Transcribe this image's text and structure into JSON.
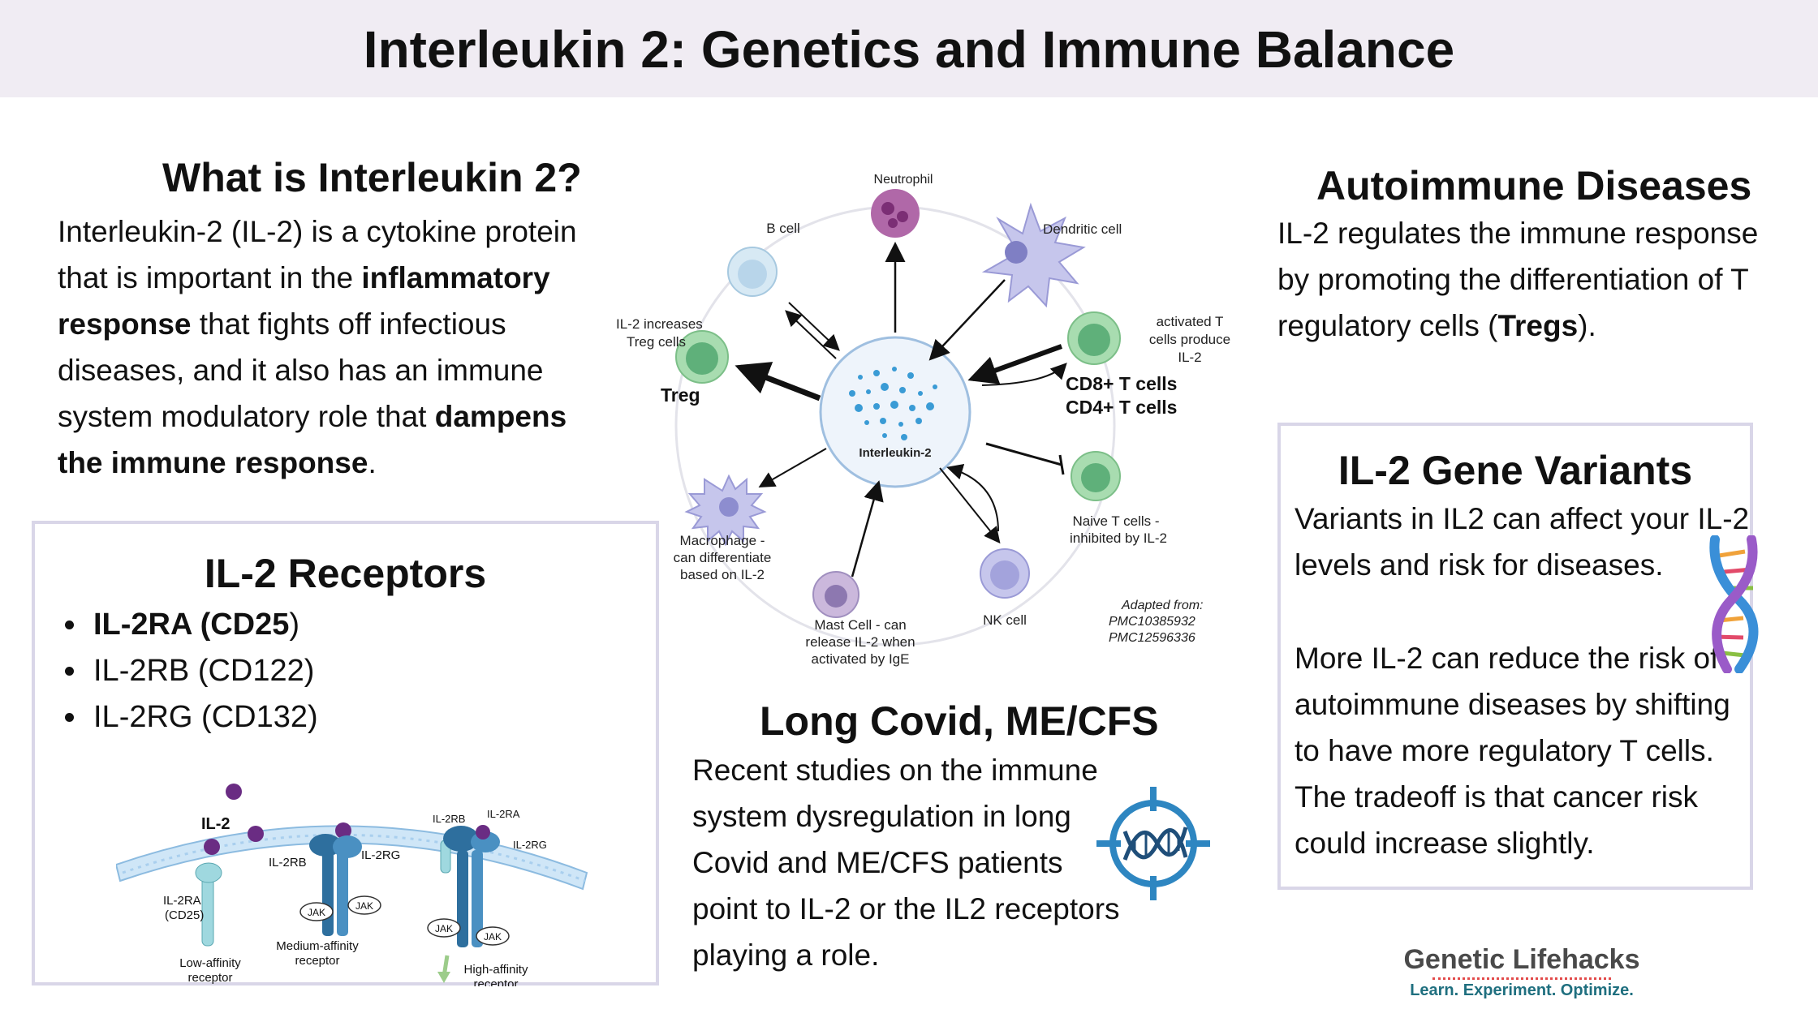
{
  "title": "Interleukin 2: Genetics and Immune Balance",
  "what_is": {
    "heading": "What is Interleukin 2?",
    "t1": "Interleukin-2 (IL-2) is a cytokine protein that is important in the ",
    "b1": "inflammatory response",
    "t2": " that fights off infectious diseases, and it also has an immune system modulatory role that ",
    "b2": "dampens the immune response",
    "t3": "."
  },
  "receptors": {
    "heading": "IL-2 Receptors",
    "item1_bold": "IL-2RA (CD25",
    "item1_end": ")",
    "item2": "IL-2RB (CD122)",
    "item3": "IL-2RG (CD132)",
    "diagram": {
      "il2": "IL-2",
      "il2rb_1": "IL-2RB",
      "il2rg_1": "IL-2RG",
      "il2rb_2": "IL-2RB",
      "il2ra_2": "IL-2RA",
      "il2rg_2": "IL-2RG",
      "il2ra_1": "IL-2RA",
      "cd25": "(CD25)",
      "jak": "JAK",
      "low_1": "Low-affinity",
      "low_2": "receptor",
      "med_1": "Medium-affinity",
      "med_2": "receptor",
      "high_1": "High-affinity",
      "high_2": "receptor"
    }
  },
  "cell_diagram": {
    "center": "Interleukin-2",
    "neutrophil": "Neutrophil",
    "b_cell": "B cell",
    "dendritic": "Dendritic cell",
    "treg_note_1": "IL-2 increases",
    "treg_note_2": "Treg cells",
    "treg": "Treg",
    "act_1": "activated T",
    "act_2": "cells produce",
    "act_3": "IL-2",
    "cd8": "CD8+ T cells",
    "cd4": "CD4+ T cells",
    "macro_1": "Macrophage -",
    "macro_2": "can differentiate",
    "macro_3": "based on IL-2",
    "naive_1": "Naive T cells -",
    "naive_2": "inhibited by IL-2",
    "mast_1": "Mast Cell - can",
    "mast_2": "release IL-2 when",
    "mast_3": "activated by IgE",
    "nk": "NK cell",
    "adapted_1": "Adapted from:",
    "adapted_2": "PMC10385932",
    "adapted_3": "PMC12596336"
  },
  "long_covid": {
    "heading": "Long Covid, ME/CFS",
    "text": "Recent studies on the immune system dysregulation in long Covid and ME/CFS patients point to IL-2 or the IL2 receptors playing a role."
  },
  "autoimmune": {
    "heading": "Autoimmune Diseases",
    "t1": "IL-2 regulates the immune response by promoting the differentiation of T regulatory cells (",
    "b1": "Tregs",
    "t2": ")."
  },
  "variants": {
    "heading": "IL-2 Gene Variants",
    "p1": "Variants in IL2 can affect your IL-2 levels and risk for diseases.",
    "p2": "More IL-2 can reduce the risk of autoimmune diseases by shifting to have more regulatory T cells. The tradeoff is that cancer risk could increase slightly."
  },
  "brand": {
    "name": "Genetic Lifehacks",
    "tagline": "Learn. Experiment. Optimize."
  },
  "colors": {
    "header_bg": "#f0ecf3",
    "panel_border": "#d9d6e8",
    "brand_text": "#4a4a4a",
    "tagline": "#1f6f7f",
    "dna_blue": "#2e86c1"
  }
}
